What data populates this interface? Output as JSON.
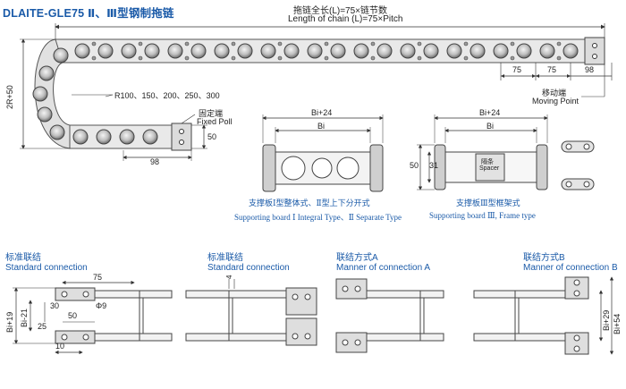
{
  "title": "DLAITE-GLE75 Ⅱ、Ⅲ型钢制拖链",
  "chain_length_cn": "拖链全长(L)=75×链节数",
  "chain_length_en": "Length of chain (L)=75×Pitch",
  "radius_label": "R100、150、200、250、300",
  "height_label": "2R+50",
  "dim_98_top": "98",
  "dim_75_a": "75",
  "dim_75_b": "75",
  "dim_98_bottom": "98",
  "dim_50": "50",
  "fixed_cn": "固定端",
  "fixed_en": "Fixed Poll",
  "moving_cn": "移动端",
  "moving_en": "Moving Point",
  "bi24_1": "Bi+24",
  "bi_1": "Bi",
  "bi24_2": "Bi+24",
  "bi_2": "Bi",
  "dim_50_b": "50",
  "dim_31": "31",
  "spacer_cn": "隔条",
  "spacer_en": "Spacer",
  "support1_cn": "支撑板Ⅰ型整体式、Ⅱ型上下分开式",
  "support1_en": "Supporting board Ⅰ Integral Type、Ⅱ Separate Type",
  "support3_cn": "支撑板Ⅲ型框架式",
  "support3_en": "Supporting board Ⅲ, Frame type",
  "conn1_cn": "标准联结",
  "conn1_en": "Standard connection",
  "conn2_cn": "标准联结",
  "conn2_en": "Standard connection",
  "conn3_cn": "联结方式A",
  "conn3_en": "Manner of connection A",
  "conn4_cn": "联结方式B",
  "conn4_en": "Manner of connection B",
  "c1_75": "75",
  "c1_phi9": "Φ9",
  "c1_30": "30",
  "c1_50": "50",
  "c1_25": "25",
  "c1_10": "10",
  "c1_bi19": "Bi+19",
  "c1_bi21": "Bi-21",
  "c2_4": "4",
  "c4_bi29": "Bi+29",
  "c4_bi54": "Bi+54"
}
